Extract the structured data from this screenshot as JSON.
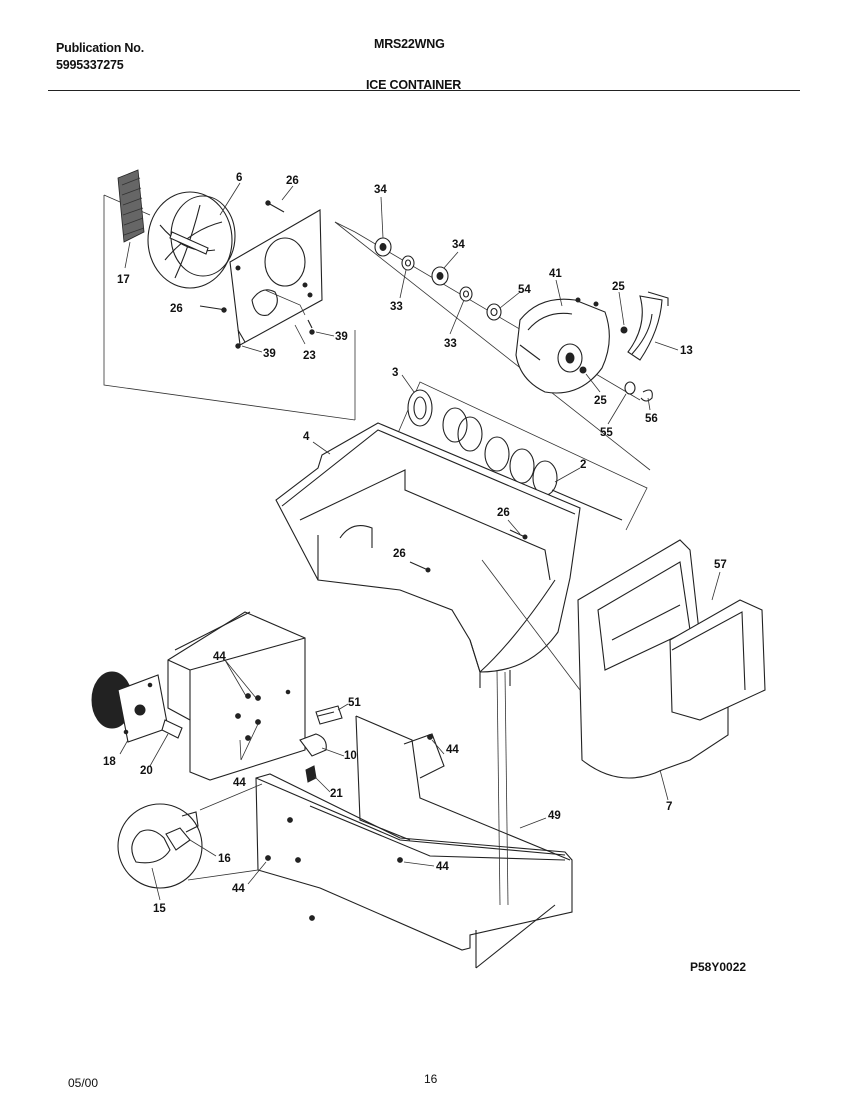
{
  "header": {
    "publication_label": "Publication No.",
    "publication_number": "5995337275",
    "model": "MRS22WNG",
    "title": "ICE CONTAINER"
  },
  "callouts": {
    "c6": "6",
    "c26a": "26",
    "c34a": "34",
    "c34b": "34",
    "c17": "17",
    "c41": "41",
    "c25a": "25",
    "c54": "54",
    "c26b": "26",
    "c33a": "33",
    "c33b": "33",
    "c39a": "39",
    "c39b": "39",
    "c23": "23",
    "c13": "13",
    "c3": "3",
    "c25b": "25",
    "c55": "55",
    "c56": "56",
    "c4": "4",
    "c2": "2",
    "c26c": "26",
    "c26d": "26",
    "c57": "57",
    "c44a": "44",
    "c51": "51",
    "c44b": "44",
    "c10": "10",
    "c18": "18",
    "c20": "20",
    "c44c": "44",
    "c21": "21",
    "c49": "49",
    "c7": "7",
    "c16": "16",
    "c44d": "44",
    "c44e": "44",
    "c15": "15"
  },
  "footer": {
    "diagram_code": "P58Y0022",
    "date": "05/00",
    "page": "16"
  }
}
